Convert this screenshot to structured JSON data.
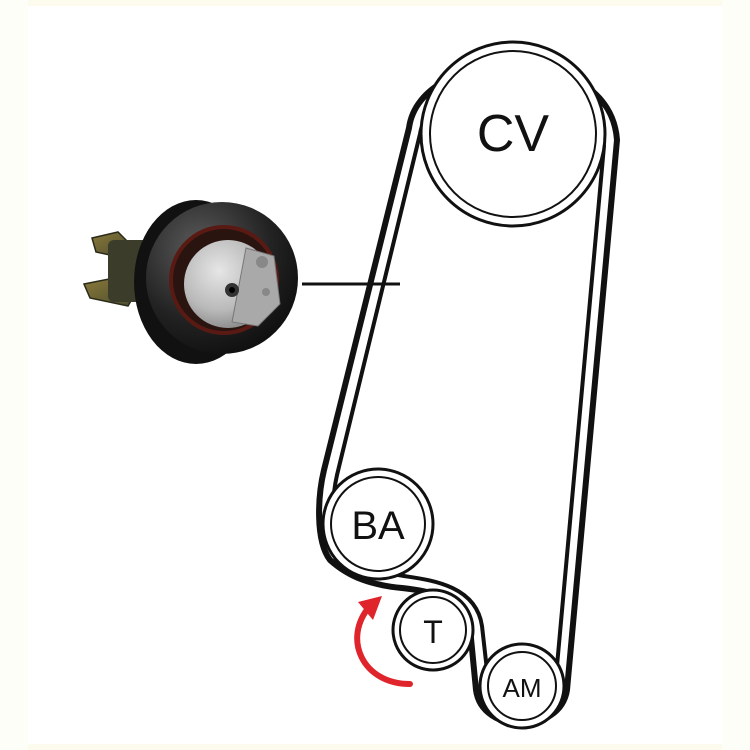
{
  "pulleys": {
    "cv": "CV",
    "ba": "BA",
    "t": "T",
    "am": "AM"
  },
  "colors": {
    "belt": "#111111",
    "rotation_arrow": "#e0242b",
    "page_border": "#fcfbee"
  },
  "icons": {
    "tensioner": "tensioner-pulley-photo-icon",
    "rotation": "rotation-arrow-icon"
  }
}
